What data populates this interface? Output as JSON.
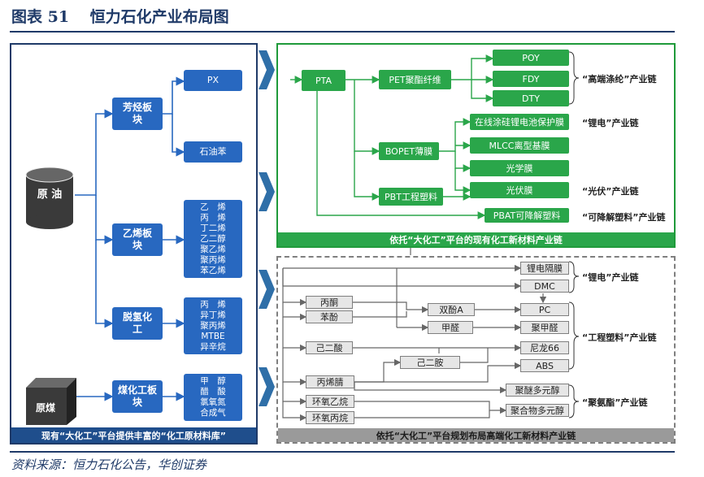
{
  "header": {
    "title": "图表 51　 恒力石化产业布局图"
  },
  "footer": {
    "source": "资料来源：恒力石化公告，华创证券"
  },
  "left": {
    "crude": "原 油",
    "coal": "原煤",
    "bottom_label": "现有“大化工”平台提供丰富的“化工原材料库”",
    "blocks": [
      {
        "label": "芳烃板块",
        "products": [
          "PX",
          "石油苯"
        ]
      },
      {
        "label": "乙烯板块",
        "products": [
          "乙　烯",
          "丙　烯",
          "丁二烯",
          "乙二醇",
          "聚乙烯",
          "聚丙烯",
          "苯乙烯"
        ]
      },
      {
        "label": "脱氢化工",
        "products": [
          "丙　烯",
          "异丁烯",
          "聚丙烯",
          "MTBE",
          "异辛烷"
        ]
      },
      {
        "label": "煤化工板块",
        "products": [
          "甲　醇",
          "醋　酸",
          "氯氧氮",
          "合成气"
        ]
      }
    ]
  },
  "green": {
    "bottom_label": "依托“大化工”平台的现有化工新材料产业链",
    "pta": "PTA",
    "mid": [
      "PET聚酯纤维",
      "BOPET薄膜",
      "PBT工程塑料"
    ],
    "pet_products": [
      "POY",
      "FDY",
      "DTY"
    ],
    "bopet_products": [
      "在线涂硅锂电池保护膜",
      "MLCC离型基膜",
      "光学膜",
      "光伏膜"
    ],
    "pbat": "PBAT可降解塑料",
    "chains": [
      "“高端涤纶”产业链",
      "“锂电”产业链",
      "“光伏”产业链",
      "“可降解塑料”产业链"
    ]
  },
  "gray": {
    "bottom_label": "依托“大化工”平台规划布局高端化工新材料产业链",
    "inputs": [
      "丙酮",
      "苯酚",
      "己二酸",
      "丙烯腈",
      "环氧乙烷",
      "环氧丙烷"
    ],
    "intermediates": [
      "双酚A",
      "甲醛",
      "己二胺"
    ],
    "outputs": [
      "锂电隔膜",
      "DMC",
      "PC",
      "聚甲醛",
      "尼龙66",
      "ABS",
      "聚醚多元醇",
      "聚合物多元醇"
    ],
    "chains": [
      "“锂电”产业链",
      "“工程塑料”产业链",
      "“聚氨酯”产业链"
    ]
  },
  "colors": {
    "navy": "#1f3a68",
    "blue": "#2868c0",
    "green": "#2aa64a",
    "chevron": "#2f6fa8"
  }
}
